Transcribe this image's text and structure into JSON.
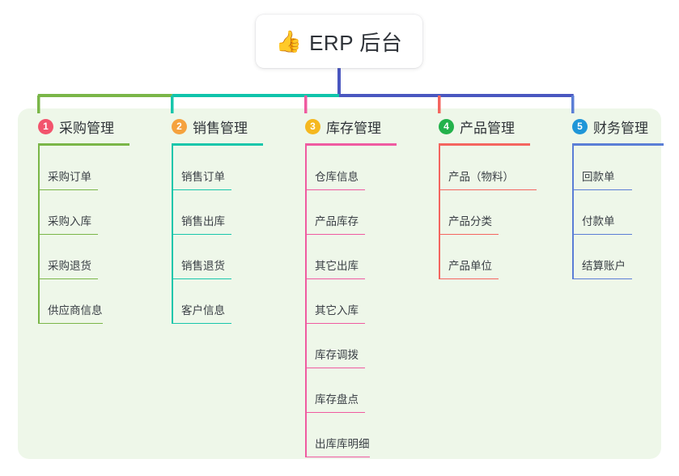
{
  "diagram": {
    "title": "ERP 后台",
    "root": {
      "icon": "thumbs-up-icon",
      "emoji": "👍",
      "label": "ERP 后台"
    },
    "panel_color": "#eef7e9",
    "trunk_color": "#4a57c0",
    "columns": [
      {
        "number": "1",
        "title": "采购管理",
        "badge_color": "#f2546d",
        "line_color": "#7ab648",
        "bar_color": "#7ab648",
        "items": [
          "采购订单",
          "采购入库",
          "采购退货",
          "供应商信息"
        ]
      },
      {
        "number": "2",
        "title": "销售管理",
        "badge_color": "#f5a23e",
        "line_color": "#18c6ab",
        "bar_color": "#10c4ab",
        "items": [
          "销售订单",
          "销售出库",
          "销售退货",
          "客户信息"
        ]
      },
      {
        "number": "3",
        "title": "库存管理",
        "badge_color": "#f5b81f",
        "line_color": "#ef5aa0",
        "bar_color": "#4a57c0",
        "items": [
          "仓库信息",
          "产品库存",
          "其它出库",
          "其它入库",
          "库存调拨",
          "库存盘点",
          "出库库明细"
        ]
      },
      {
        "number": "4",
        "title": "产品管理",
        "badge_color": "#23b24b",
        "line_color": "#f4655f",
        "bar_color": "#4a57c0",
        "items": [
          "产品（物料）",
          "产品分类",
          "产品单位"
        ]
      },
      {
        "number": "5",
        "title": "财务管理",
        "badge_color": "#1f96d8",
        "line_color": "#5b7ed6",
        "bar_color": "#4a57c0",
        "items": [
          "回款单",
          "付款单",
          "结算账户"
        ]
      }
    ]
  }
}
